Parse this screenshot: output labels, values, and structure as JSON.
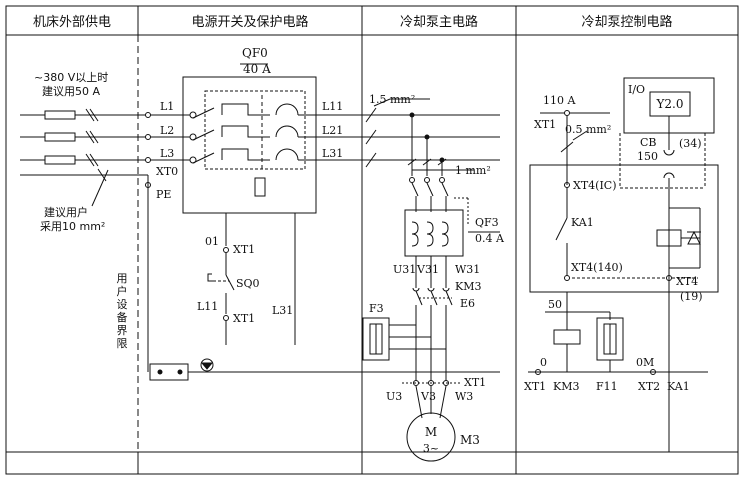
{
  "sections": {
    "external_supply": "机床外部供电",
    "power_switch": "电源开关及保护电路",
    "pump_main": "冷却泵主电路",
    "pump_control": "冷却泵控制电路"
  },
  "supply": {
    "note_line1": "~380 V以上时",
    "note_line2": "建议用50 A",
    "cable_line1": "建议用户",
    "cable_line2": "采用10 mm²",
    "boundary_label": "用户设备界限"
  },
  "breaker": {
    "name": "QF0",
    "rating": "40 A",
    "in_labels": [
      "L1",
      "L2",
      "L3",
      "XT0",
      "PE"
    ],
    "out_labels": [
      "L11",
      "L21",
      "L31"
    ]
  },
  "interlock": {
    "wire_01": "01",
    "terminal_top": "XT1",
    "switch": "SQ0",
    "wire_l11": "L11",
    "terminal_bottom": "XT1",
    "wire_l31": "L31"
  },
  "pump_main": {
    "cable_section": "1.5 mm²",
    "branch_section": "1 mm²",
    "breaker_name": "QF3",
    "breaker_rating": "0.4 A",
    "phase_labels": [
      "U31",
      "V31",
      "W31"
    ],
    "contactor": "KM3",
    "wire": "E6",
    "fuse": "F3",
    "terminal": "XT1",
    "motor_terminals": [
      "U3",
      "V3",
      "W3"
    ],
    "motor_symbol": "M",
    "motor_phase": "3~",
    "motor_name": "M3"
  },
  "pump_control": {
    "voltage": "110 A",
    "terminal_xt1": "XT1",
    "wire_section": "0.5 mm²",
    "io_label": "I/O",
    "plc_output": "Y2.0",
    "cb_label": "CB",
    "cb_number": "150",
    "cb_pin": "(34)",
    "contact_top": "XT4(IC)",
    "relay": "KA1",
    "contact_bottom": "XT4(140)",
    "xt4": "XT4",
    "xt4_pin": "(19)",
    "wire_50": "50",
    "bottom_labels": [
      "0",
      "0M",
      "XT1",
      "KM3",
      "F11",
      "XT2",
      "KA1"
    ]
  }
}
